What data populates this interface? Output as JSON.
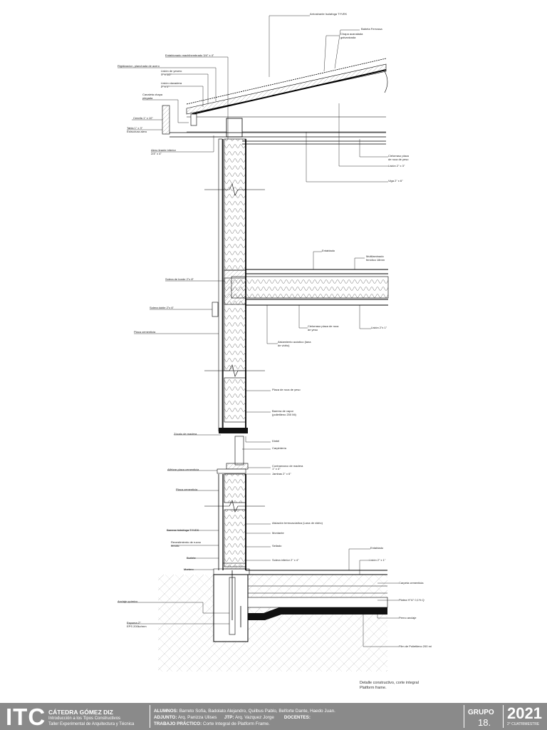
{
  "labels": [
    {
      "text": "Arriostrante Isolafoga TYVEK"
    },
    {
      "text": "Babeta Ferrossa"
    },
    {
      "text": "Chapa acanalada"
    },
    {
      "text": "galvanizada"
    },
    {
      "text": "Entablonado machihembrado 3/4\" x 4\""
    },
    {
      "text": "Rigidizacion, planchada de acero"
    },
    {
      "text": "Listón de yesero"
    },
    {
      "text": "1\" x 1/2\""
    },
    {
      "text": "Listón clavadera"
    },
    {
      "text": "2\" x 1\""
    },
    {
      "text": "Canaleta chapa"
    },
    {
      "text": "plegada"
    },
    {
      "text": "Cenefa 1\" x 10\""
    },
    {
      "text": "Tabla 1\" x 3\""
    },
    {
      "text": "Estructura alero"
    },
    {
      "text": "Alero tirante inferior"
    },
    {
      "text": "2/4\" x 4\""
    },
    {
      "text": "Cielorraso placa"
    },
    {
      "text": "de roca de yeso"
    },
    {
      "text": "Listón 2\" x 3\""
    },
    {
      "text": "Viga 2\" x 6\""
    },
    {
      "text": "Entablado"
    },
    {
      "text": "Multilaminado"
    },
    {
      "text": "fenólico 18mm"
    },
    {
      "text": "Solera de borde 2\"x 8\""
    },
    {
      "text": "Solera doble 2\"x 6\""
    },
    {
      "text": "Placa cementicia"
    },
    {
      "text": "Cielorraso placa de roca"
    },
    {
      "text": "de yeso"
    },
    {
      "text": "Listón 2\"x 1\""
    },
    {
      "text": "Aislamiento acústico (lana"
    },
    {
      "text": "de vidrio)"
    },
    {
      "text": "Placa de roca de yeso"
    },
    {
      "text": "Barrera de vapor"
    },
    {
      "text": "(polietileno 200 Mi)"
    },
    {
      "text": "Zócalo de madera"
    },
    {
      "text": "Dintel"
    },
    {
      "text": "Carpintería"
    },
    {
      "text": "Contramarco de madera"
    },
    {
      "text": "1\" x 4\""
    },
    {
      "text": "Jambas 2\" x 6\""
    },
    {
      "text": "Alféizar placa cementicia"
    },
    {
      "text": "Placa cementicia"
    },
    {
      "text": "Aislación termoacústica (Lana de vidrio)"
    },
    {
      "text": "Montante"
    },
    {
      "text": "Barrera hidrófuga TYVEK"
    },
    {
      "text": "Revestimiento de rucno"
    },
    {
      "text": "fenolic"
    },
    {
      "text": "Sellado"
    },
    {
      "text": "Solera inferior 2\" x 4\""
    },
    {
      "text": "Burlete"
    },
    {
      "text": "Mortero"
    },
    {
      "text": "Entablado"
    },
    {
      "text": "Listón 2\" x 1\""
    },
    {
      "text": "Carpeta cementicia"
    },
    {
      "text": "Platea H°A° 0,1% Q"
    },
    {
      "text": "Perno anclaje"
    },
    {
      "text": "Anclaje químico"
    },
    {
      "text": "Film de Polietileno 200 mi"
    },
    {
      "text": "Espuma Z°"
    },
    {
      "text": "EPS 200kv/mm"
    }
  ],
  "caption": {
    "line1": "Detalle constructivo, corte integral",
    "line2": "Platform frame."
  },
  "titleblock": {
    "logo": "ITC",
    "catedra": "CÁTEDRA GÓMEZ DIZ",
    "intro": "Introducción a los Tipos Constructivos",
    "taller": "Taller Experimental de Arquitectura y Técnica",
    "alumnos_label": "ALUMNOS:",
    "alumnos": "Barreto Sofía, Badolato Alejandro, Quilbus Pablo, Belforte Dante, Haedo Juan.",
    "adjunto_label": "ADJUNTO:",
    "adjunto": "Arq. Panizza Ulises",
    "jtp_label": "JTP:",
    "jtp": "Arq. Vazquez Jorge",
    "docentes_label": "DOCENTES:",
    "tp_label": "TRABAJO PRÁCTICO:",
    "tp": "Corte Integral de Platform Frame.",
    "grupo_label": "GRUPO",
    "grupo_num": "18.",
    "year": "2021",
    "cuatrimestre": "2° CUATRIMESTRE"
  }
}
